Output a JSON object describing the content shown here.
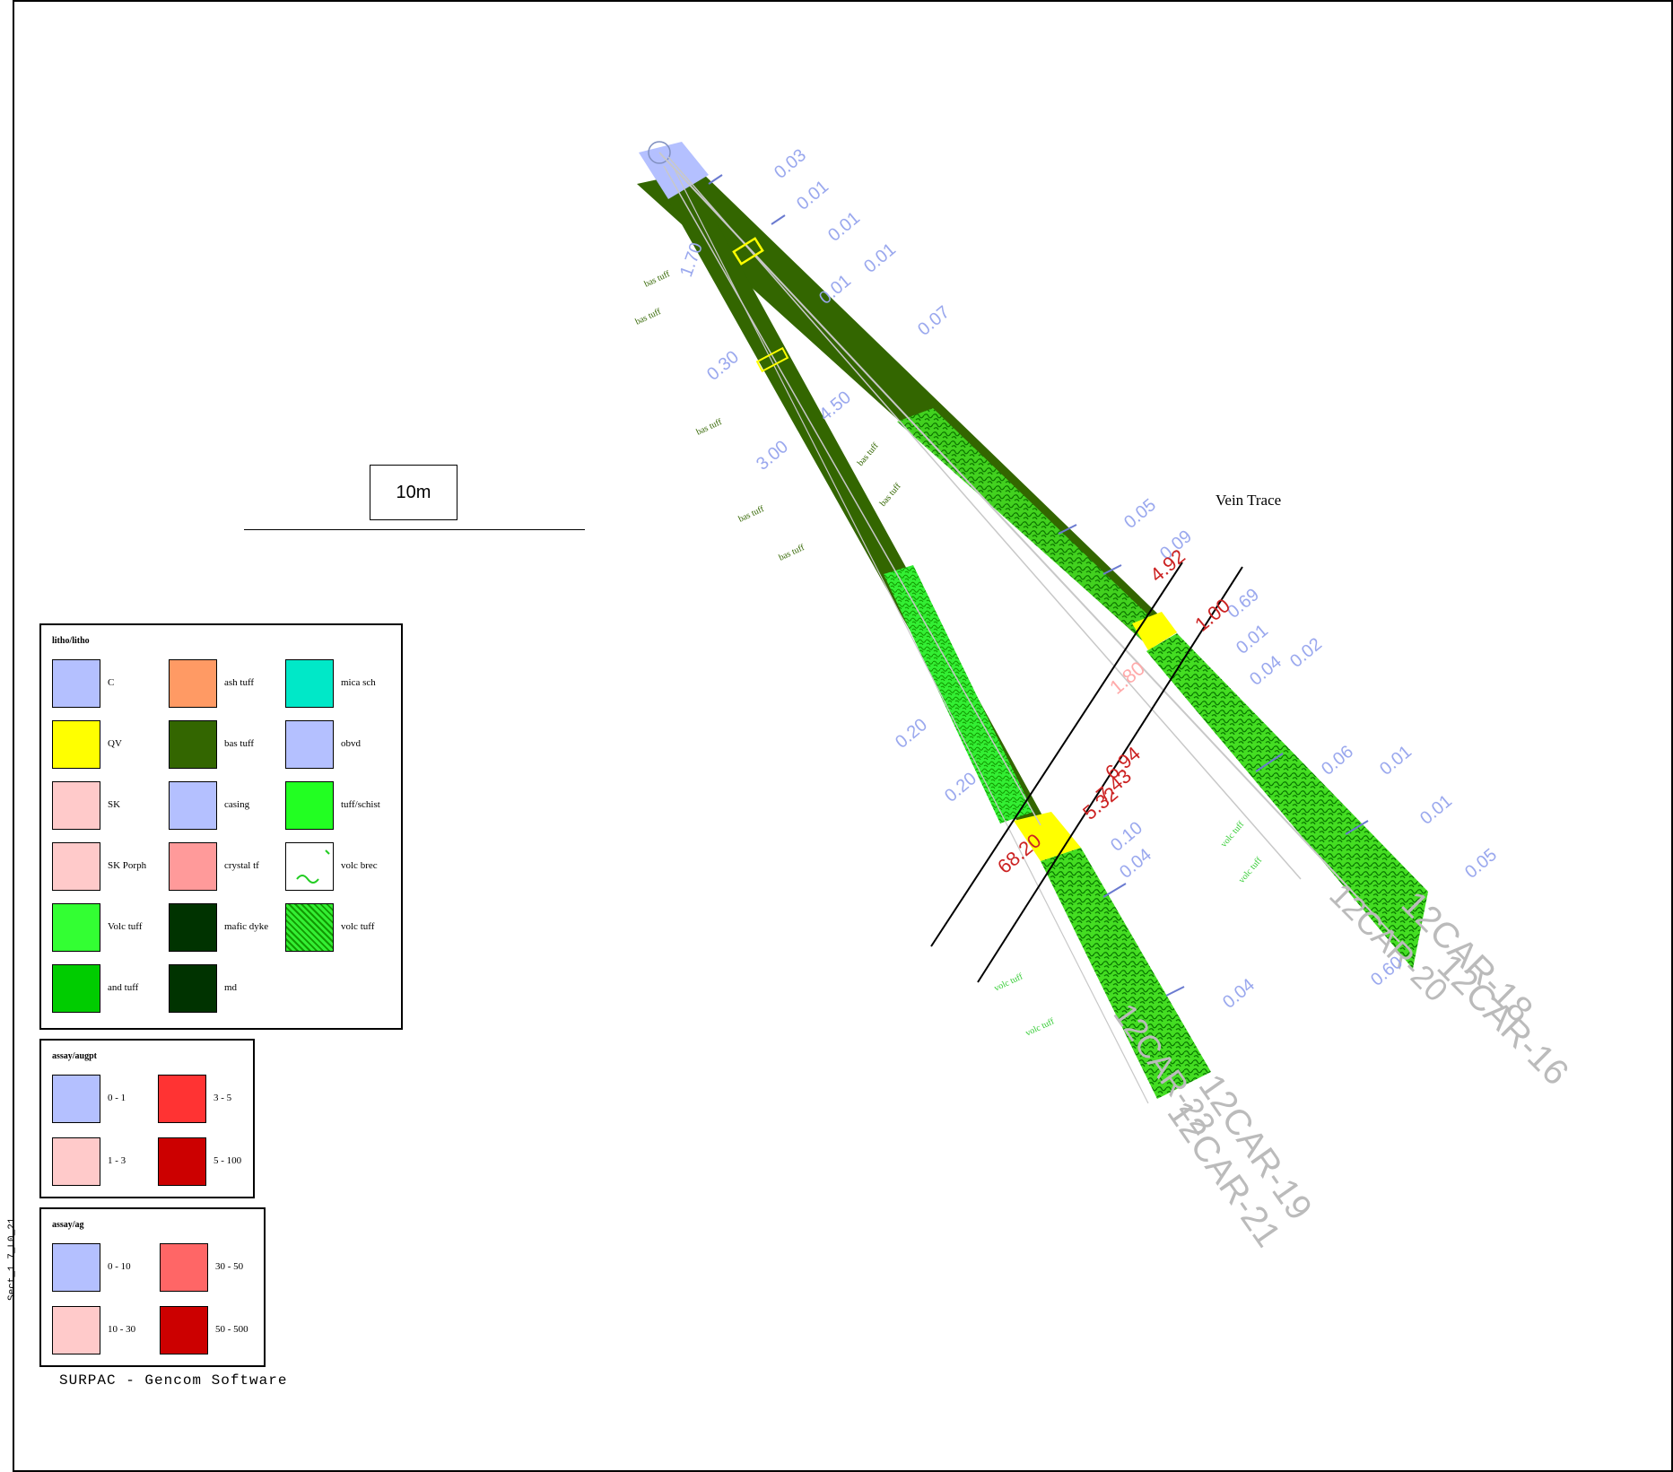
{
  "scale_label": "10m",
  "vein_label": "Vein Trace",
  "footer_text": "SURPAC - Gencom Software",
  "side_id": "Sect_1.7_L0_21",
  "legend_litho": {
    "title": "litho/litho",
    "items": [
      {
        "label": "C",
        "color": "#b4c0ff"
      },
      {
        "label": "ash tuff",
        "color": "#ff9a64"
      },
      {
        "label": "mica sch",
        "color": "#00e8c8"
      },
      {
        "label": "QV",
        "color": "#ffff00"
      },
      {
        "label": "bas tuff",
        "color": "#336600"
      },
      {
        "label": "obvd",
        "color": "#b4c0ff"
      },
      {
        "label": "SK",
        "color": "#ffcaca"
      },
      {
        "label": "casing",
        "color": "#b4c0ff"
      },
      {
        "label": "tuff/schist",
        "color": "#22ff22"
      },
      {
        "label": "SK Porph",
        "color": "#ffcaca"
      },
      {
        "label": "crystal tf",
        "color": "#ff9a9a"
      },
      {
        "label": "volc brec",
        "color": "#ffffff"
      },
      {
        "label": "Volc tuff",
        "color": "#33ff33"
      },
      {
        "label": "mafic dyke",
        "color": "#003300"
      },
      {
        "label": "volc tuff",
        "color": "#66ff33"
      },
      {
        "label": "and tuff",
        "color": "#00cc00"
      },
      {
        "label": "md",
        "color": "#003300"
      }
    ]
  },
  "legend_aumpt": {
    "title": "assay/augpt",
    "items": [
      {
        "label": "0 - 1",
        "color": "#b4c0ff"
      },
      {
        "label": "3 - 5",
        "color": "#ff3333"
      },
      {
        "label": "1 - 3",
        "color": "#ffcaca"
      },
      {
        "label": "5 - 100",
        "color": "#cc0000"
      }
    ]
  },
  "legend_ag": {
    "title": "assay/ag",
    "items": [
      {
        "label": "0 - 10",
        "color": "#b4c0ff"
      },
      {
        "label": "30 - 50",
        "color": "#ff6666"
      },
      {
        "label": "10 - 30",
        "color": "#ffcaca"
      },
      {
        "label": "50 - 500",
        "color": "#cc0000"
      }
    ]
  },
  "holes": [
    {
      "id": "12CAR-18"
    },
    {
      "id": "12CAR-16"
    },
    {
      "id": "12CAR-19"
    },
    {
      "id": "12CAR-21"
    },
    {
      "id": "12CAR-20"
    },
    {
      "id": "12CAR-22"
    }
  ],
  "assays_blue": [
    "0.03",
    "0.01",
    "0.01",
    "0.01",
    "0.01",
    "0.07",
    "0.05",
    "0.09",
    "0.69",
    "0.01",
    "0.04",
    "0.02",
    "0.06",
    "0.01",
    "0.01",
    "0.05",
    "0.04",
    "0.10",
    "0.04",
    "0.20",
    "3.00",
    "4.50",
    "1.70",
    "0.30",
    "0.20",
    "0.60"
  ],
  "assays_red": [
    "4.92",
    "1.00",
    "5.32",
    "7.43",
    "6.94",
    "68.20",
    "1.80"
  ],
  "litho_tags": [
    "bas tuff",
    "bas tuff",
    "bas tuff",
    "bas tuff",
    "bas tuff",
    "bas tuff",
    "bas tuff",
    "volc tuff",
    "volc tuff",
    "volc tuff",
    "volc tuff"
  ]
}
